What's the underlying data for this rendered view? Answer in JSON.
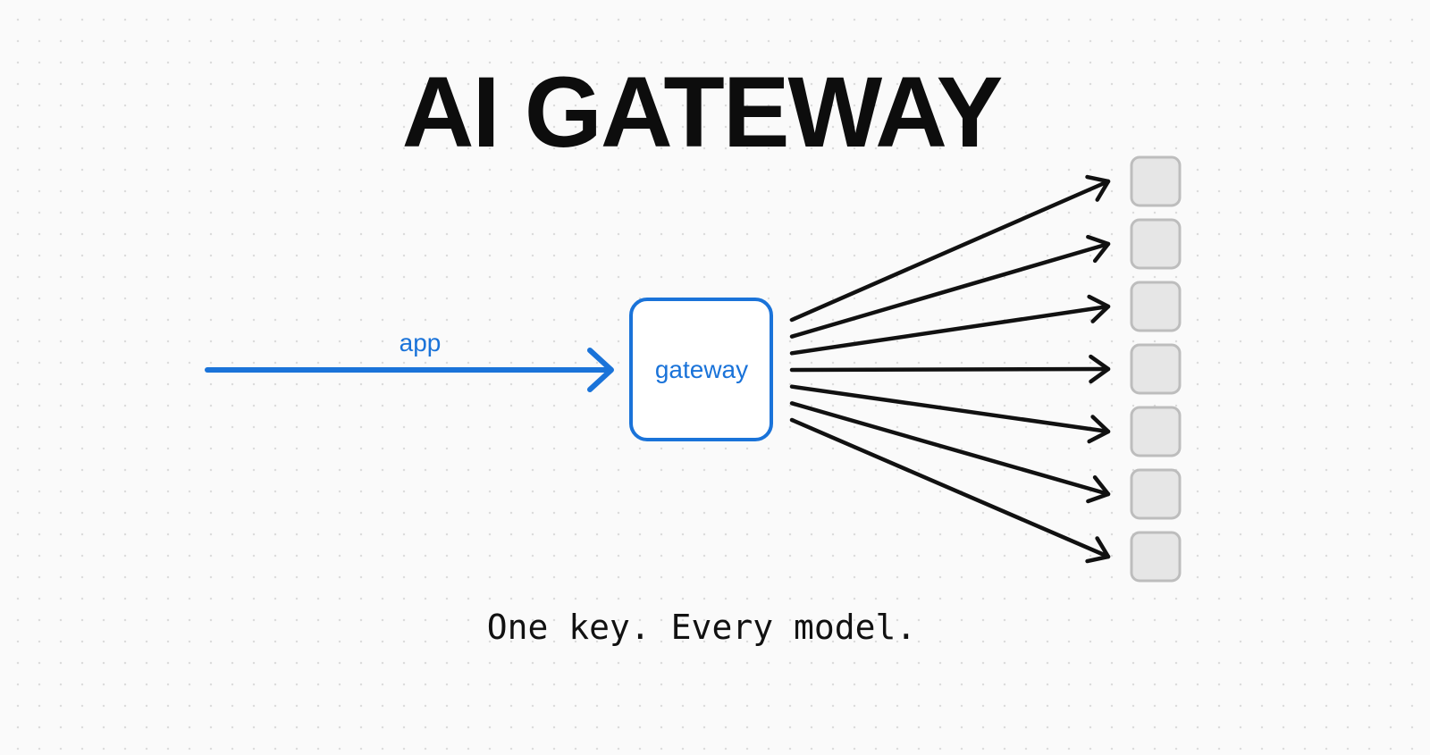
{
  "title": "AI GATEWAY",
  "tagline": "One key. Every model.",
  "diagram": {
    "source_label": "app",
    "hub_label": "gateway",
    "target_count": 7,
    "colors": {
      "accent": "#1a73d9",
      "arrow": "#111111",
      "target_fill": "#e6e6e6",
      "target_stroke": "#bdbdbd"
    }
  }
}
